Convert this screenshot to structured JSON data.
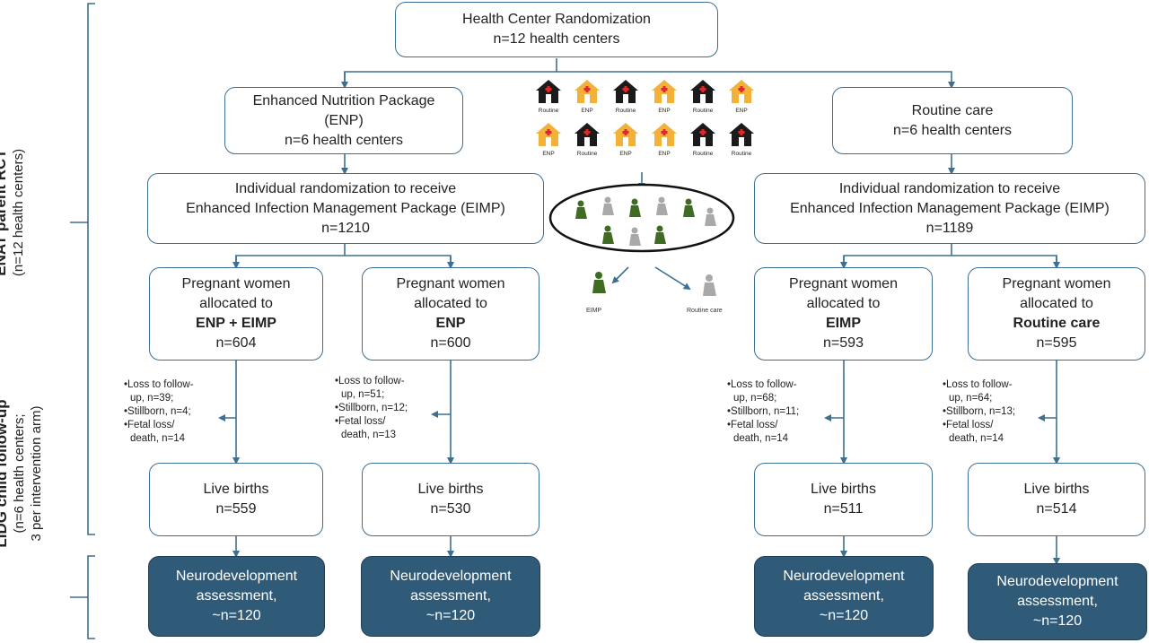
{
  "top": {
    "line1": "Health Center Randomization",
    "line2": "n=12 health centers"
  },
  "enp_box": {
    "line1": "Enhanced Nutrition Package",
    "line2": "(ENP)",
    "line3": "n=6 health centers"
  },
  "routine_box": {
    "line1": "Routine care",
    "line2": "n=6 health centers"
  },
  "rand_left": {
    "line1": "Individual randomization to receive",
    "line2": "Enhanced Infection Management Package (EIMP)",
    "line3": "n=1210"
  },
  "rand_right": {
    "line1": "Individual randomization to receive",
    "line2": "Enhanced Infection Management Package (EIMP)",
    "line3": "n=1189"
  },
  "alloc": [
    {
      "line1": "Pregnant women",
      "line2": "allocated to",
      "arm": "ENP + EIMP",
      "n": "n=604"
    },
    {
      "line1": "Pregnant women",
      "line2": "allocated to",
      "arm": "ENP",
      "n": "n=600"
    },
    {
      "line1": "Pregnant women",
      "line2": "allocated to",
      "arm": "EIMP",
      "n": "n=593"
    },
    {
      "line1": "Pregnant women",
      "line2": "allocated to",
      "arm": "Routine care",
      "n": "n=595"
    }
  ],
  "losses": [
    {
      "l1": "•Loss to follow-",
      "l2": "up, n=39;",
      "l3": "•Stillborn, n=4;",
      "l4": "•Fetal loss/",
      "l5": "death, n=14"
    },
    {
      "l1": "•Loss to follow-",
      "l2": "up, n=51;",
      "l3": "•Stillborn, n=12;",
      "l4": "•Fetal loss/",
      "l5": "death, n=13"
    },
    {
      "l1": "•Loss to follow-",
      "l2": "up, n=68;",
      "l3": "•Stillborn, n=11;",
      "l4": "•Fetal loss/",
      "l5": "death, n=14"
    },
    {
      "l1": "•Loss to follow-",
      "l2": "up, n=64;",
      "l3": "•Stillborn, n=13;",
      "l4": "•Fetal loss/",
      "l5": "death, n=14"
    }
  ],
  "births": [
    {
      "line1": "Live births",
      "n": "n=559"
    },
    {
      "line1": "Live births",
      "n": "n=530"
    },
    {
      "line1": "Live births",
      "n": "n=511"
    },
    {
      "line1": "Live births",
      "n": "n=514"
    }
  ],
  "neuro": [
    {
      "line1": "Neurodevelopment",
      "line2": "assessment,",
      "n": "~n=120"
    },
    {
      "line1": "Neurodevelopment",
      "line2": "assessment,",
      "n": "~n=120"
    },
    {
      "line1": "Neurodevelopment",
      "line2": "assessment,",
      "n": "~n=120"
    },
    {
      "line1": "Neurodevelopment",
      "line2": "assessment,",
      "n": "~n=120"
    }
  ],
  "side_top": {
    "title": "ENAT parent RCT",
    "sub": "(n=12 health centers)"
  },
  "side_bottom": {
    "title": "LIDG child follow-up",
    "sub1": "(n=6 health centers;",
    "sub2": "3 per intervention arm)"
  },
  "illustration": {
    "houses": [
      "Routine",
      "ENP",
      "Routine",
      "ENP",
      "Routine",
      "ENP",
      "ENP",
      "Routine",
      "ENP",
      "ENP",
      "Routine",
      "Routine"
    ],
    "eimp_label": "EIMP",
    "routine_label": "Routine care"
  },
  "colors": {
    "line": "#3d6f91",
    "dark_box": "#2f5a78",
    "house_yellow": "#f2b23a",
    "house_black": "#1b1b1b",
    "house_red": "#d92b2b",
    "person_green": "#3f6b22",
    "person_gray": "#a9a9a9"
  }
}
